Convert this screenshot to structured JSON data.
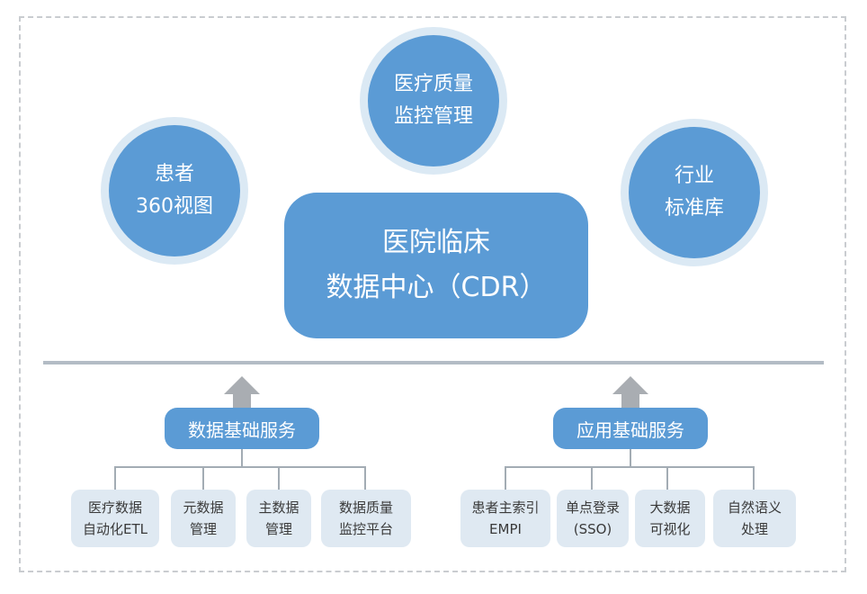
{
  "top_nodes": {
    "quality": {
      "line1": "医疗质量",
      "line2": "监控管理"
    },
    "patient": {
      "line1": "患者",
      "line2": "360视图"
    },
    "standards": {
      "line1": "行业",
      "line2": "标准库"
    }
  },
  "core": {
    "line1": "医院临床",
    "line2": "数据中心（CDR）"
  },
  "left_group": {
    "title": "数据基础服务",
    "items": [
      {
        "line1": "医疗数据",
        "line2": "自动化ETL"
      },
      {
        "line1": "元数据",
        "line2": "管理"
      },
      {
        "line1": "主数据",
        "line2": "管理"
      },
      {
        "line1": "数据质量",
        "line2": "监控平台"
      }
    ]
  },
  "right_group": {
    "title": "应用基础服务",
    "items": [
      {
        "line1": "患者主索引",
        "line2": "EMPI"
      },
      {
        "line1": "单点登录",
        "line2": "(SSO)"
      },
      {
        "line1": "大数据",
        "line2": "可视化"
      },
      {
        "line1": "自然语义",
        "line2": "处理"
      }
    ]
  },
  "colors": {
    "node_fill": "#5b9bd5",
    "node_halo": "#dbe9f4",
    "leaf_fill": "#dfe9f2",
    "divider": "#b3bcc5",
    "arrow": "#a9adb2"
  }
}
